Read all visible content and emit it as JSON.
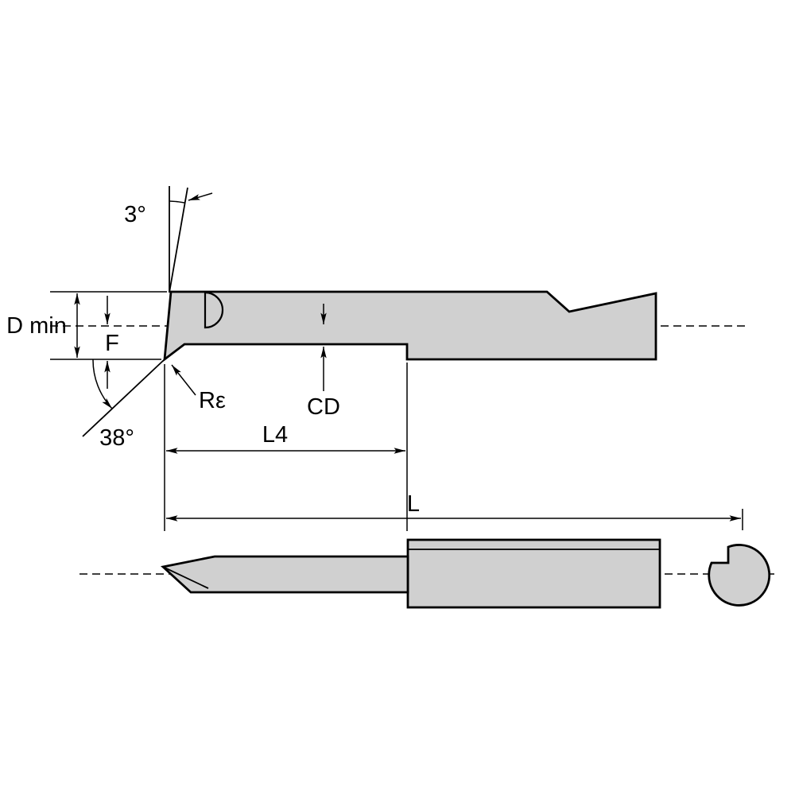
{
  "colors": {
    "background": "#ffffff",
    "body_fill": "#d0d0d0",
    "line": "#000000"
  },
  "labels": {
    "relief_angle": "3°",
    "min_bore_diameter": "D min",
    "center_height": "F",
    "corner_radius": "Rε",
    "lead_angle": "38°",
    "cutting_depth": "CD",
    "usable_length": "L4",
    "overall_length": "L"
  }
}
